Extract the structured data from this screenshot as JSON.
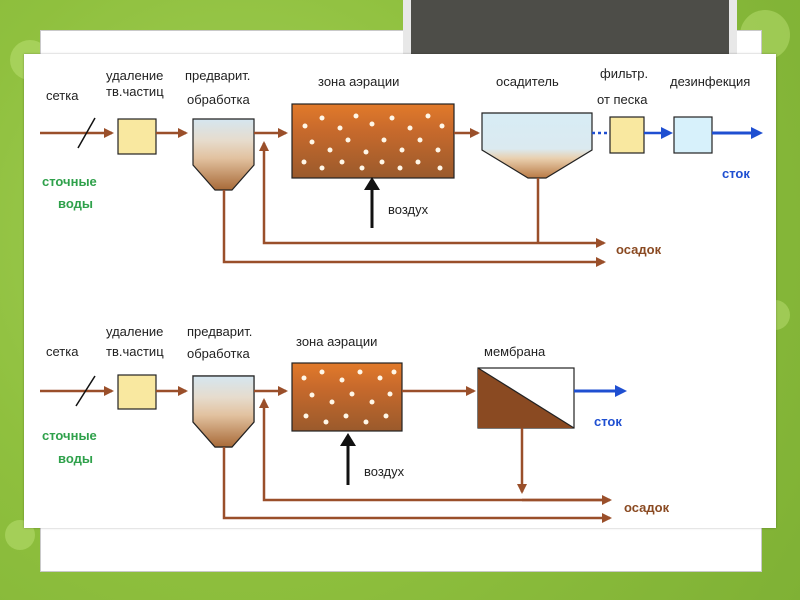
{
  "diagram1": {
    "labels": {
      "setka": "сетка",
      "removal": [
        "удаление",
        "тв.частиц"
      ],
      "pretreatment": [
        "предварит.",
        "обработка"
      ],
      "aeration": "зона аэрации",
      "settler": "осадитель",
      "filter": [
        "фильтр.",
        "от песка"
      ],
      "disinfection": "дезинфекция",
      "wastewater": [
        "сточные",
        "воды"
      ],
      "air": "воздух",
      "outflow": "сток",
      "sludge": "осадок"
    }
  },
  "diagram2": {
    "labels": {
      "setka": "сетка",
      "removal": [
        "удаление",
        "тв.частиц"
      ],
      "pretreatment": [
        "предварит.",
        "обработка"
      ],
      "aeration": "зона аэрации",
      "membrane": "мембрана",
      "wastewater": [
        "сточные",
        "воды"
      ],
      "air": "воздух",
      "outflow": "сток",
      "sludge": "осадок"
    }
  },
  "colors": {
    "flow_brown": "#9a4f2a",
    "outflow_blue": "#1f4fd1",
    "green_text": "#2fa14b",
    "box_yellow": "#f9e8a0",
    "box_cyan": "#d7f1fb"
  }
}
